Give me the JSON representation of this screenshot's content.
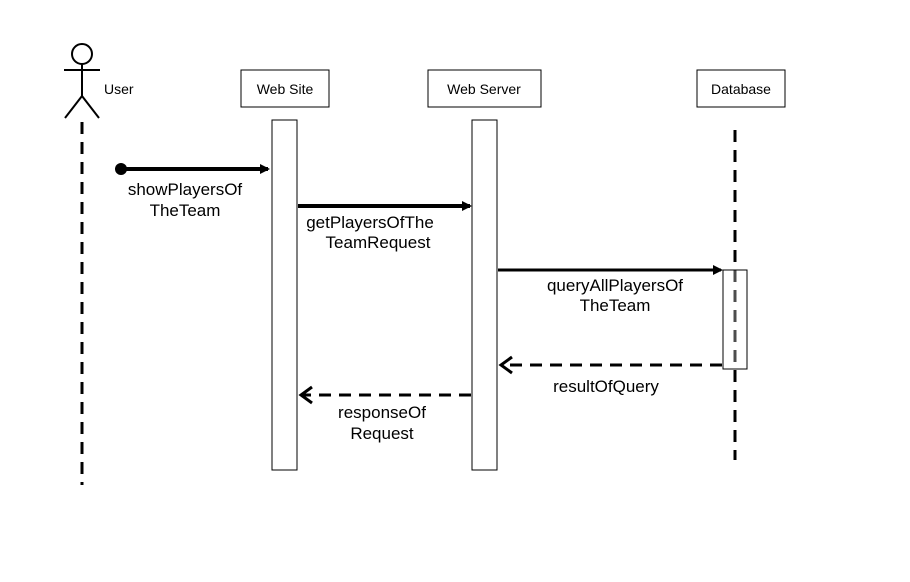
{
  "actor": {
    "name": "User"
  },
  "participants": [
    {
      "name": "Web Site"
    },
    {
      "name": "Web Server"
    },
    {
      "name": "Database"
    }
  ],
  "messages": [
    {
      "line1": "showPlayersOf",
      "line2": "TheTeam"
    },
    {
      "line1": "getPlayersOfThe",
      "line2": "TeamRequest"
    },
    {
      "line1": "queryAllPlayersOf",
      "line2": "TheTeam"
    },
    {
      "line1": "resultOfQuery",
      "line2": ""
    },
    {
      "line1": "responseOf",
      "line2": "Request"
    }
  ]
}
